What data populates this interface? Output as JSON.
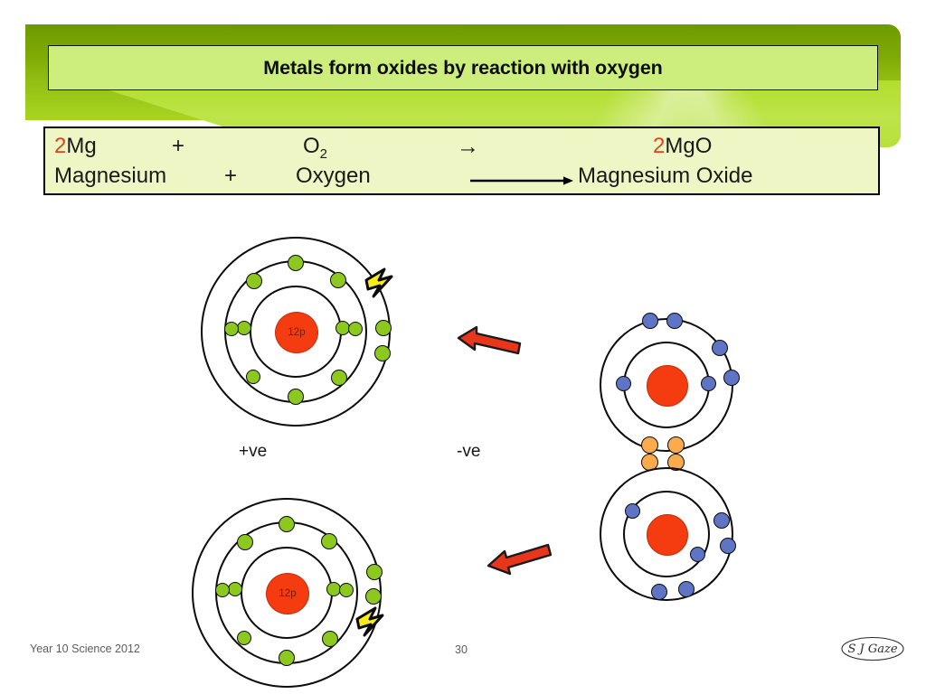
{
  "slide": {
    "title": "Metals form oxides by reaction with oxygen"
  },
  "equation": {
    "row1": {
      "reactant1_coef": "2",
      "reactant1": "Mg",
      "plus": "+",
      "reactant2": "O",
      "reactant2_sub": "2",
      "arrow": "→",
      "product_coef": "2",
      "product": "MgO"
    },
    "row2": {
      "reactant1": "Magnesium",
      "plus": "+",
      "reactant2": "Oxygen",
      "product": "Magnesium Oxide"
    }
  },
  "diagram": {
    "magnesium_top": {
      "nucleus_label": "12p",
      "charge_label": "+ve",
      "shells": [
        2,
        8,
        2
      ],
      "electron_color": "#8cc81e",
      "nucleus_color": "#f53b10",
      "spark": "lightning-bolt"
    },
    "magnesium_bottom": {
      "nucleus_label": "12p",
      "shells": [
        2,
        8,
        2
      ],
      "electron_color": "#8cc81e",
      "nucleus_color": "#f53b10",
      "spark": "lightning-bolt"
    },
    "oxygen_top": {
      "charge_label": "-ve",
      "shells": [
        2,
        6
      ],
      "electron_color": "#5f74c4",
      "shared_electron_color": "#f9ab4e",
      "shared_electrons": 2
    },
    "oxygen_bottom": {
      "shells": [
        2,
        6
      ],
      "electron_color": "#5f74c4",
      "shared_electron_color": "#f9ab4e",
      "shared_electrons": 2
    },
    "arrow_color": "#e8361a",
    "arrows": [
      "transfer-arrow-top",
      "transfer-arrow-bottom"
    ]
  },
  "footer": {
    "course": "Year 10 Science 2012",
    "page_number": "30",
    "logo_text": "S J Gaze"
  },
  "colors": {
    "banner_dark": "#7faa06",
    "banner_light": "#b8e03a",
    "title_box": "#cdee7d",
    "equation_box": "#edf6c4",
    "red_accent": "#e8401c"
  }
}
